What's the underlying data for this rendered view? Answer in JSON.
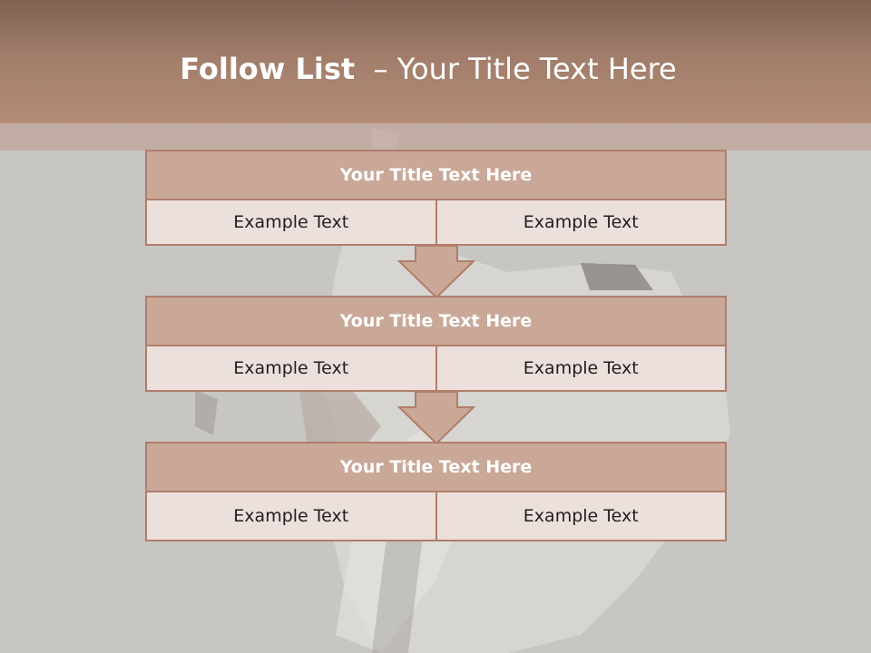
{
  "slide": {
    "title_bold": "Follow List",
    "title_rest": "  – Your Title Text Here"
  },
  "blocks": [
    {
      "title": "Your Title Text Here",
      "cells": [
        "Example Text",
        "Example Text"
      ]
    },
    {
      "title": "Your Title Text Here",
      "cells": [
        "Example Text",
        "Example Text"
      ]
    },
    {
      "title": "Your Title Text Here",
      "cells": [
        "Example Text",
        "Example Text"
      ]
    }
  ],
  "colors": {
    "header_top": "#7f6252",
    "header_bottom": "#b48c78",
    "title_fill": "#c9a898",
    "cell_fill": "#ece0dc",
    "border": "#b07e6a",
    "background": "#c9c7c3"
  }
}
